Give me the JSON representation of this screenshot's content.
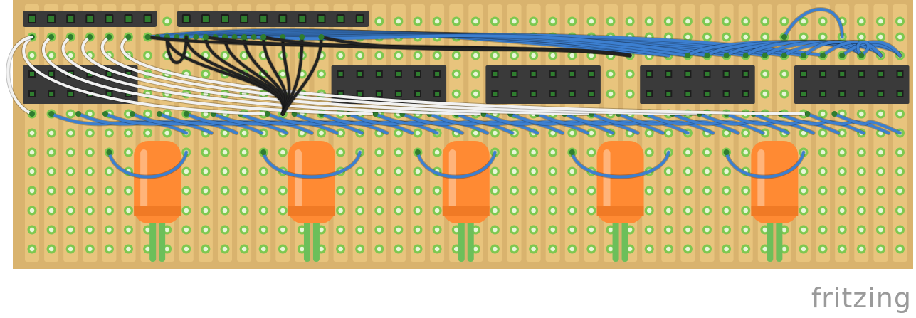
{
  "logo_text": "fritzing",
  "colors": {
    "board": "#d9b36e",
    "strip": "#e8c47d",
    "pad_ring": "#7ec850",
    "pad_hole": "#e8f6d8",
    "header_body": "#3a3a3a",
    "header_pin": "#2f7d2f",
    "wire_blue": "#3c7fd0",
    "wire_black": "#222222",
    "wire_white": "#f2f2f2",
    "led_body": "#ff8a33",
    "led_leg": "#6cbf5a"
  },
  "components": {
    "header_left_count": 7,
    "header_right_count": 10,
    "socket_groups": 5,
    "socket_pins_per_group": 6,
    "led_count": 5
  }
}
